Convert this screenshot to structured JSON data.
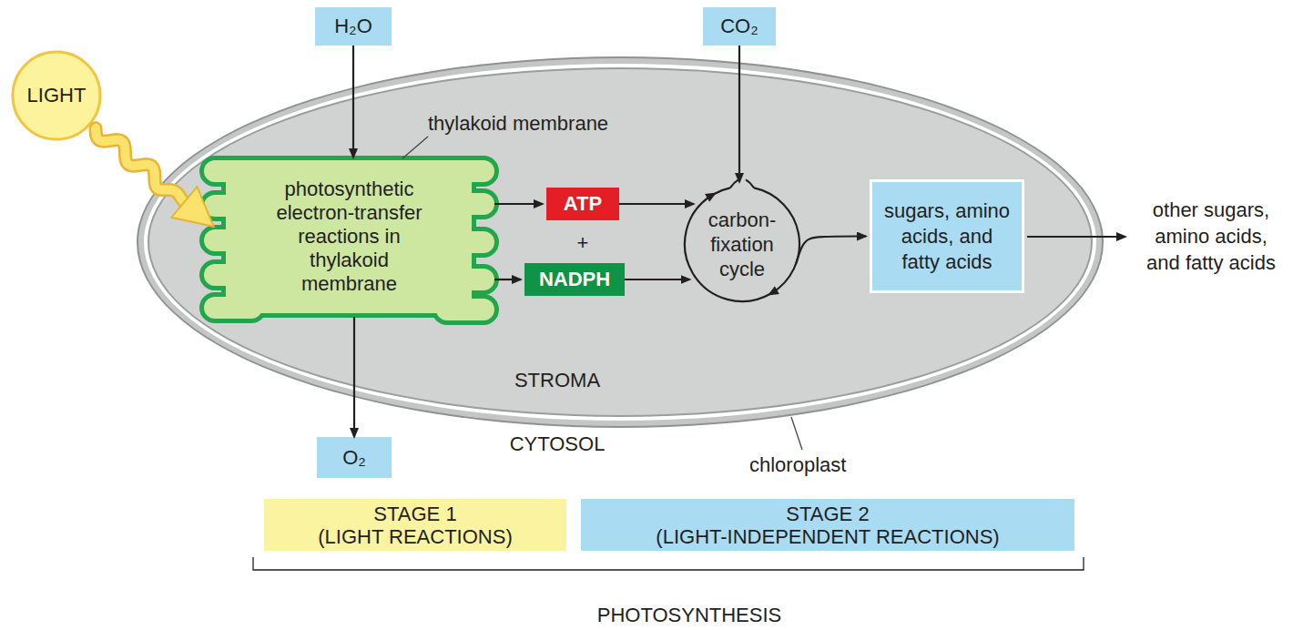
{
  "diagram": {
    "nodes": [
      {
        "text": [
          "LIGHT"
        ]
      },
      {
        "text": [
          "H₂O"
        ]
      },
      {
        "text": [
          "CO₂"
        ]
      },
      {
        "text": [
          "STROMA"
        ]
      },
      {
        "text": [
          "photosynthetic electron-transfer reactions in thylakoid membrane"
        ],
        "in": 3
      },
      {
        "text": [
          "ATP"
        ],
        "in": 3
      },
      {
        "text": [
          "NADPH"
        ],
        "in": 3
      },
      {
        "text": [
          "carbon-fixation cycle"
        ],
        "in": 3
      },
      {
        "text": [
          "sugars, amino acids, and fatty acids"
        ],
        "in": 3
      },
      {
        "text": [
          "O₂"
        ]
      },
      {
        "text": [
          "STAGE 1",
          "(LIGHT REACTIONS)"
        ]
      },
      {
        "text": [
          "STAGE 2",
          "(LIGHT-INDEPENDENT REACTIONS)"
        ]
      }
    ],
    "edges": [
      {
        "from": 0,
        "to": 4,
        "arrow": "to"
      },
      {
        "from": 1,
        "to": 4,
        "arrow": "to"
      },
      {
        "from": 2,
        "to": 7,
        "arrow": "to"
      },
      {
        "from": 4,
        "to": 5,
        "arrow": "to"
      },
      {
        "from": 4,
        "to": 6,
        "arrow": "to"
      },
      {
        "from": 5,
        "to": 7,
        "arrow": "to"
      },
      {
        "from": 6,
        "to": 7,
        "arrow": "to"
      },
      {
        "from": 7,
        "to": 8,
        "arrow": "to"
      },
      {
        "from": 4,
        "to": 9,
        "arrow": "to"
      }
    ],
    "labels": [
      "thylakoid membrane",
      "+",
      "CYTOSOL",
      "chloroplast",
      "other sugars, amino acids, and fatty acids",
      "PHOTOSYNTHESIS"
    ]
  }
}
